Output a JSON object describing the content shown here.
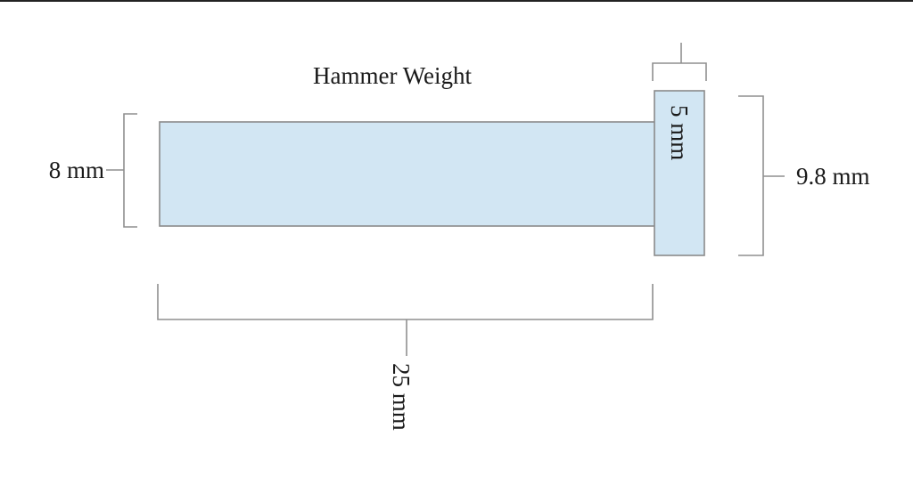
{
  "diagram": {
    "title": "Hammer Weight",
    "dimensions": {
      "height_left": "8 mm",
      "length_bottom": "25 mm",
      "head_width_top": "5 mm",
      "head_height_right": "9.8 mm"
    },
    "colors": {
      "fill": "#d2e6f3",
      "outline": "#8a8a8a",
      "bracket": "#8f8f8f",
      "text": "#1a1a1a"
    }
  }
}
